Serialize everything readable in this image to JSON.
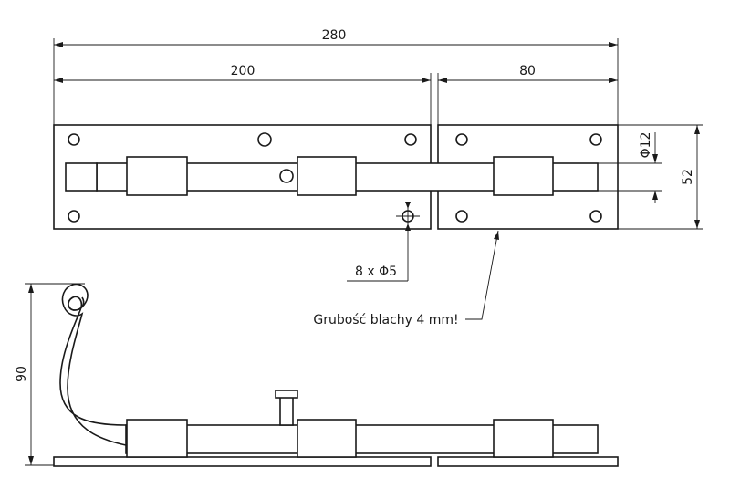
{
  "dimensions": {
    "overall_length": "280",
    "left_plate_length": "200",
    "right_plate_length": "80",
    "plate_height": "52",
    "bolt_diameter": "Φ12",
    "side_height": "90"
  },
  "annotations": {
    "holes": "8 x Φ5",
    "sheet_thickness": "Grubość blachy 4 mm!"
  }
}
